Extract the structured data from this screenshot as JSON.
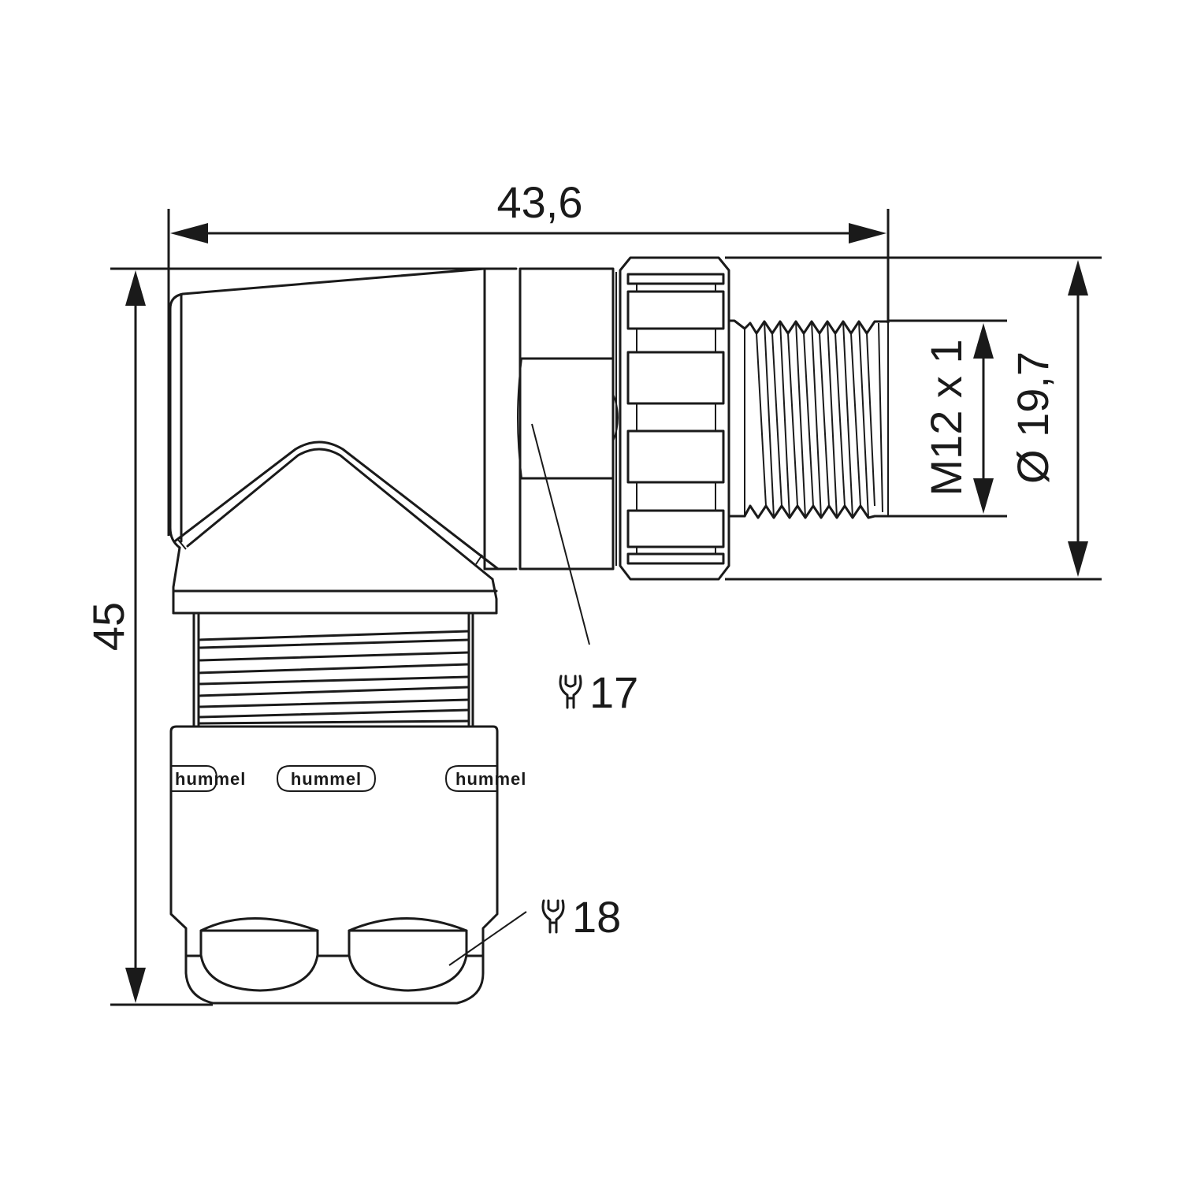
{
  "drawing": {
    "subject": "Angled M12 circular connector with cable gland",
    "line_color": "#1a1a1a",
    "background": "#ffffff"
  },
  "dimensions": {
    "overall_width": "43,6",
    "overall_height": "45",
    "thread": "M12 x 1",
    "nut_diameter": "Ø 19,7",
    "wrench_size_hex": "17",
    "wrench_size_gland": "18"
  },
  "brand": {
    "logo_text": "hummel",
    "logo_repeats": 3
  },
  "icons": {
    "wrench_symbol": "open-end-wrench-icon"
  }
}
